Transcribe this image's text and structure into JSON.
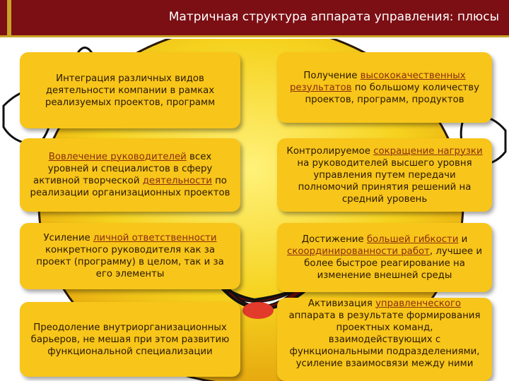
{
  "header": {
    "title": "Матричная структура аппарата управления: плюсы",
    "bg_color": "#7b0f14",
    "accent_color": "#c9a227"
  },
  "cards": [
    {
      "parts": [
        {
          "t": "Интеграция различных видов деятельности компании в рамках реализуемых проектов, программ"
        }
      ]
    },
    {
      "parts": [
        {
          "t": "Получение "
        },
        {
          "t": "высококачественных результатов",
          "hl": true
        },
        {
          "t": " по большому количеству проектов, программ, продуктов"
        }
      ]
    },
    {
      "parts": [
        {
          "t": "Вовлечение ",
          "hl": true
        },
        {
          "t": "руководителей",
          "hl": true
        },
        {
          "t": " всех уровней и специалистов в сферу активной творческой "
        },
        {
          "t": "деятельности",
          "hl": true
        },
        {
          "t": " по реализации организационных проектов"
        }
      ]
    },
    {
      "parts": [
        {
          "t": "Контролируемое "
        },
        {
          "t": "сокращение нагрузки",
          "hl": true
        },
        {
          "t": " на руководителей высшего уровня управления путем передачи полномочий принятия решений на средний уровень"
        }
      ]
    },
    {
      "parts": [
        {
          "t": "Усиление "
        },
        {
          "t": "личной ответственности",
          "hl": true
        },
        {
          "t": " конкретного руководителя как за проект (программу) в целом, так и за его элементы"
        }
      ]
    },
    {
      "parts": [
        {
          "t": "Достижение "
        },
        {
          "t": "большей гибкости",
          "hl": true
        },
        {
          "t": " и "
        },
        {
          "t": "скоординированности работ",
          "hl": true
        },
        {
          "t": ", лучшее и более быстрое реагирование на изменение внешней среды"
        }
      ]
    },
    {
      "parts": [
        {
          "t": "Преодоление внутриорганизационных барьеров, не мешая при этом развитию функциональной специализации"
        }
      ]
    },
    {
      "parts": [
        {
          "t": "Активизация "
        },
        {
          "t": "управленческого",
          "hl": true
        },
        {
          "t": " аппарата в результате формирования проектных команд, взаимодействующих с функциональными подразделениями, усиление взаимосвязи между ними"
        }
      ]
    }
  ],
  "colors": {
    "card_bg": "#f8c51a",
    "highlight_text": "#8a2e0f",
    "smiley_face": "#f6d21e"
  },
  "icons": {
    "background_art": "smiley-face-icon"
  }
}
